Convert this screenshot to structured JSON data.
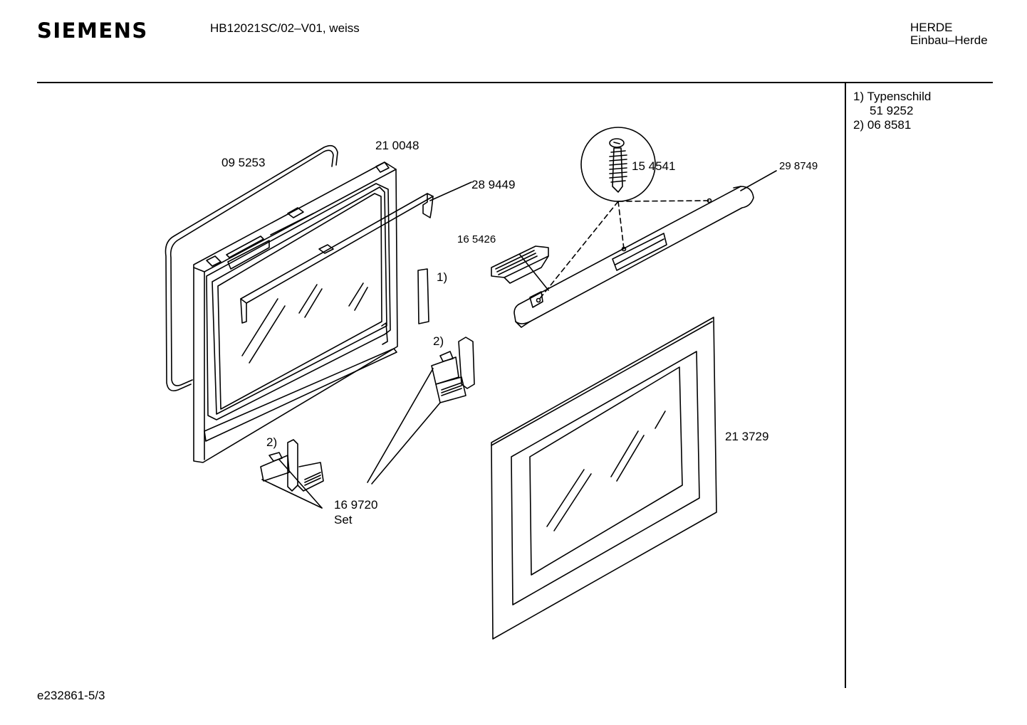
{
  "header": {
    "brand": "SIEMENS",
    "model": "HB12021SC/02–V01, weiss",
    "category_line1": "HERDE",
    "category_line2": "Einbau–Herde"
  },
  "notes": [
    {
      "marker": "1)",
      "text": "Typenschild",
      "sub": "51 9252"
    },
    {
      "marker": "2)",
      "text": "06 8581"
    }
  ],
  "parts": {
    "gasket": "09 5253",
    "inner_frame": "21 0048",
    "bracket": "28 9449",
    "clip": "16 5426",
    "label_ref": "1)",
    "screw": "15 4541",
    "handle": "29 8749",
    "hinge_ref_left": "2)",
    "hinge_ref_right": "2)",
    "hinge_set": "16 9720",
    "hinge_set_note": "Set",
    "outer_door": "21 3729"
  },
  "footer": {
    "doc_id": "e232861-5/3"
  }
}
